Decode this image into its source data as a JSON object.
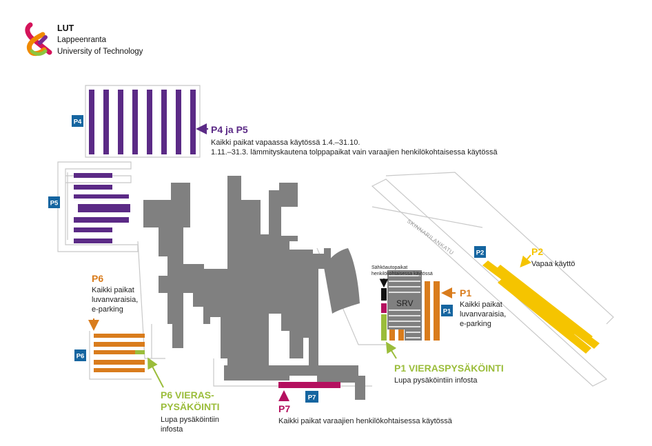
{
  "logo": {
    "abbr": "LUT",
    "line1": "Lappeenranta",
    "line2": "University of Technology",
    "icon": "lut-ampersand-icon"
  },
  "street": "SKINNARILANKATU",
  "building_label": "SRV",
  "colors": {
    "purple": "#5b2a86",
    "orange": "#d97c1c",
    "yellow": "#f5c400",
    "green": "#9bbd3b",
    "magenta": "#b4105f",
    "grey": "#808080",
    "badge": "#1565a0"
  },
  "lots": {
    "p4p5": {
      "badge_p4": "P4",
      "badge_p5": "P5",
      "title": "P4 ja P5",
      "line1": "Kaikki paikat vapaassa käytössä 1.4.–31.10.",
      "line2": "1.11.–31.3. lämmityskautena tolppapaikat vain varaajien henkilökohtaisessa käytössä"
    },
    "p2": {
      "badge": "P2",
      "title": "P2",
      "line1": "Vapaa käyttö"
    },
    "p1": {
      "badge": "P1",
      "title": "P1",
      "line1": "Kaikki paikat",
      "line2": "luvanvaraisia,",
      "line3": "e-parking",
      "ev1": "Sähköautopaikat",
      "ev2": "henkilökohtaisessa käytössä"
    },
    "p1_guest": {
      "title": "P1 VIERASPYSÄKÖINTI",
      "line1": "Lupa pysäköintiin infosta"
    },
    "p6": {
      "badge": "P6",
      "title": "P6",
      "line1": "Kaikki paikat",
      "line2": "luvanvaraisia,",
      "line3": "e-parking"
    },
    "p6_guest": {
      "title1": "P6 VIERAS-",
      "title2": "PYSÄKÖINTI",
      "line1": "Lupa pysäköintiin",
      "line2": "infosta"
    },
    "p7": {
      "badge": "P7",
      "title": "P7",
      "line1": "Kaikki paikat varaajien henkilökohtaisessa käytössä"
    }
  }
}
